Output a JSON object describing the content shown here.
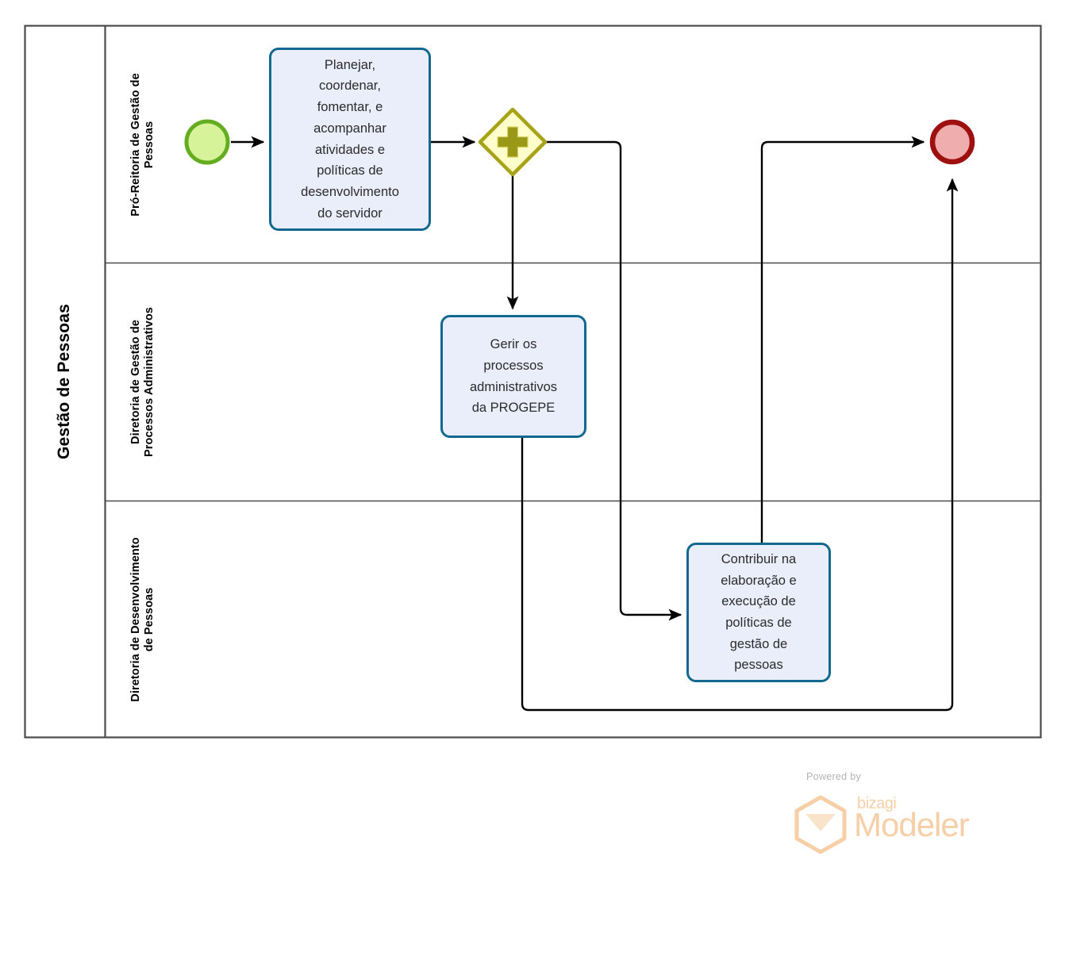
{
  "diagram": {
    "type": "bpmn-process",
    "pool": {
      "name": "Gestão de Pessoas"
    },
    "lanes": [
      {
        "id": "lane-pro-reitoria",
        "name": "Pró-Reitoria de Gestão de\nPessoas"
      },
      {
        "id": "lane-processos-adm",
        "name": "Diretoria de Gestão de\nProcessos Administrativos"
      },
      {
        "id": "lane-desenvolvimento",
        "name": "Diretoria de Desenvolvimento\nde Pessoas"
      }
    ],
    "nodes": [
      {
        "id": "start-event",
        "type": "start-event",
        "label": "",
        "lane": "lane-pro-reitoria",
        "fill": "#d6f39a",
        "stroke": "#64ad21"
      },
      {
        "id": "task-planejar",
        "type": "task",
        "label": "Planejar,\ncoordenar,\nfomentar, e\nacompanhar\natividades e\npolíticas de\ndesenvolvimento\ndo servidor",
        "lane": "lane-pro-reitoria",
        "fill": "#eaeefb",
        "stroke": "#12688f"
      },
      {
        "id": "gateway-parallel",
        "type": "parallel-gateway",
        "label": "",
        "lane": "lane-pro-reitoria",
        "fill": "#ffffcc",
        "stroke": "#a6a416"
      },
      {
        "id": "task-gerir",
        "type": "task",
        "label": "Gerir os\nprocessos\nadministrativos\nda PROGEPE",
        "lane": "lane-processos-adm",
        "fill": "#eaeefb",
        "stroke": "#12688f"
      },
      {
        "id": "task-contribuir",
        "type": "task",
        "label": "Contribuir na\nelaboração e\nexecução de\npolíticas de\ngestão de\npessoas",
        "lane": "lane-desenvolvimento",
        "fill": "#eaeefb",
        "stroke": "#12688f"
      },
      {
        "id": "end-event",
        "type": "end-event",
        "label": "",
        "lane": "lane-pro-reitoria",
        "fill": "#efadad",
        "stroke": "#9e1010"
      }
    ],
    "flows": [
      {
        "id": "flow-start-to-planejar",
        "from": "start-event",
        "to": "task-planejar",
        "label": ""
      },
      {
        "id": "flow-planejar-to-gateway",
        "from": "task-planejar",
        "to": "gateway-parallel",
        "label": ""
      },
      {
        "id": "flow-gateway-to-gerir",
        "from": "gateway-parallel",
        "to": "task-gerir",
        "label": ""
      },
      {
        "id": "flow-gateway-to-contribuir",
        "from": "gateway-parallel",
        "to": "task-contribuir",
        "label": ""
      },
      {
        "id": "flow-contribuir-to-end",
        "from": "task-contribuir",
        "to": "end-event",
        "label": ""
      },
      {
        "id": "flow-gerir-to-end",
        "from": "task-gerir",
        "to": "end-event",
        "label": ""
      }
    ]
  },
  "watermark": {
    "powered_by": "Powered by",
    "brand": "bizagi",
    "product": "Modeler",
    "color": "#f6cfa6"
  }
}
